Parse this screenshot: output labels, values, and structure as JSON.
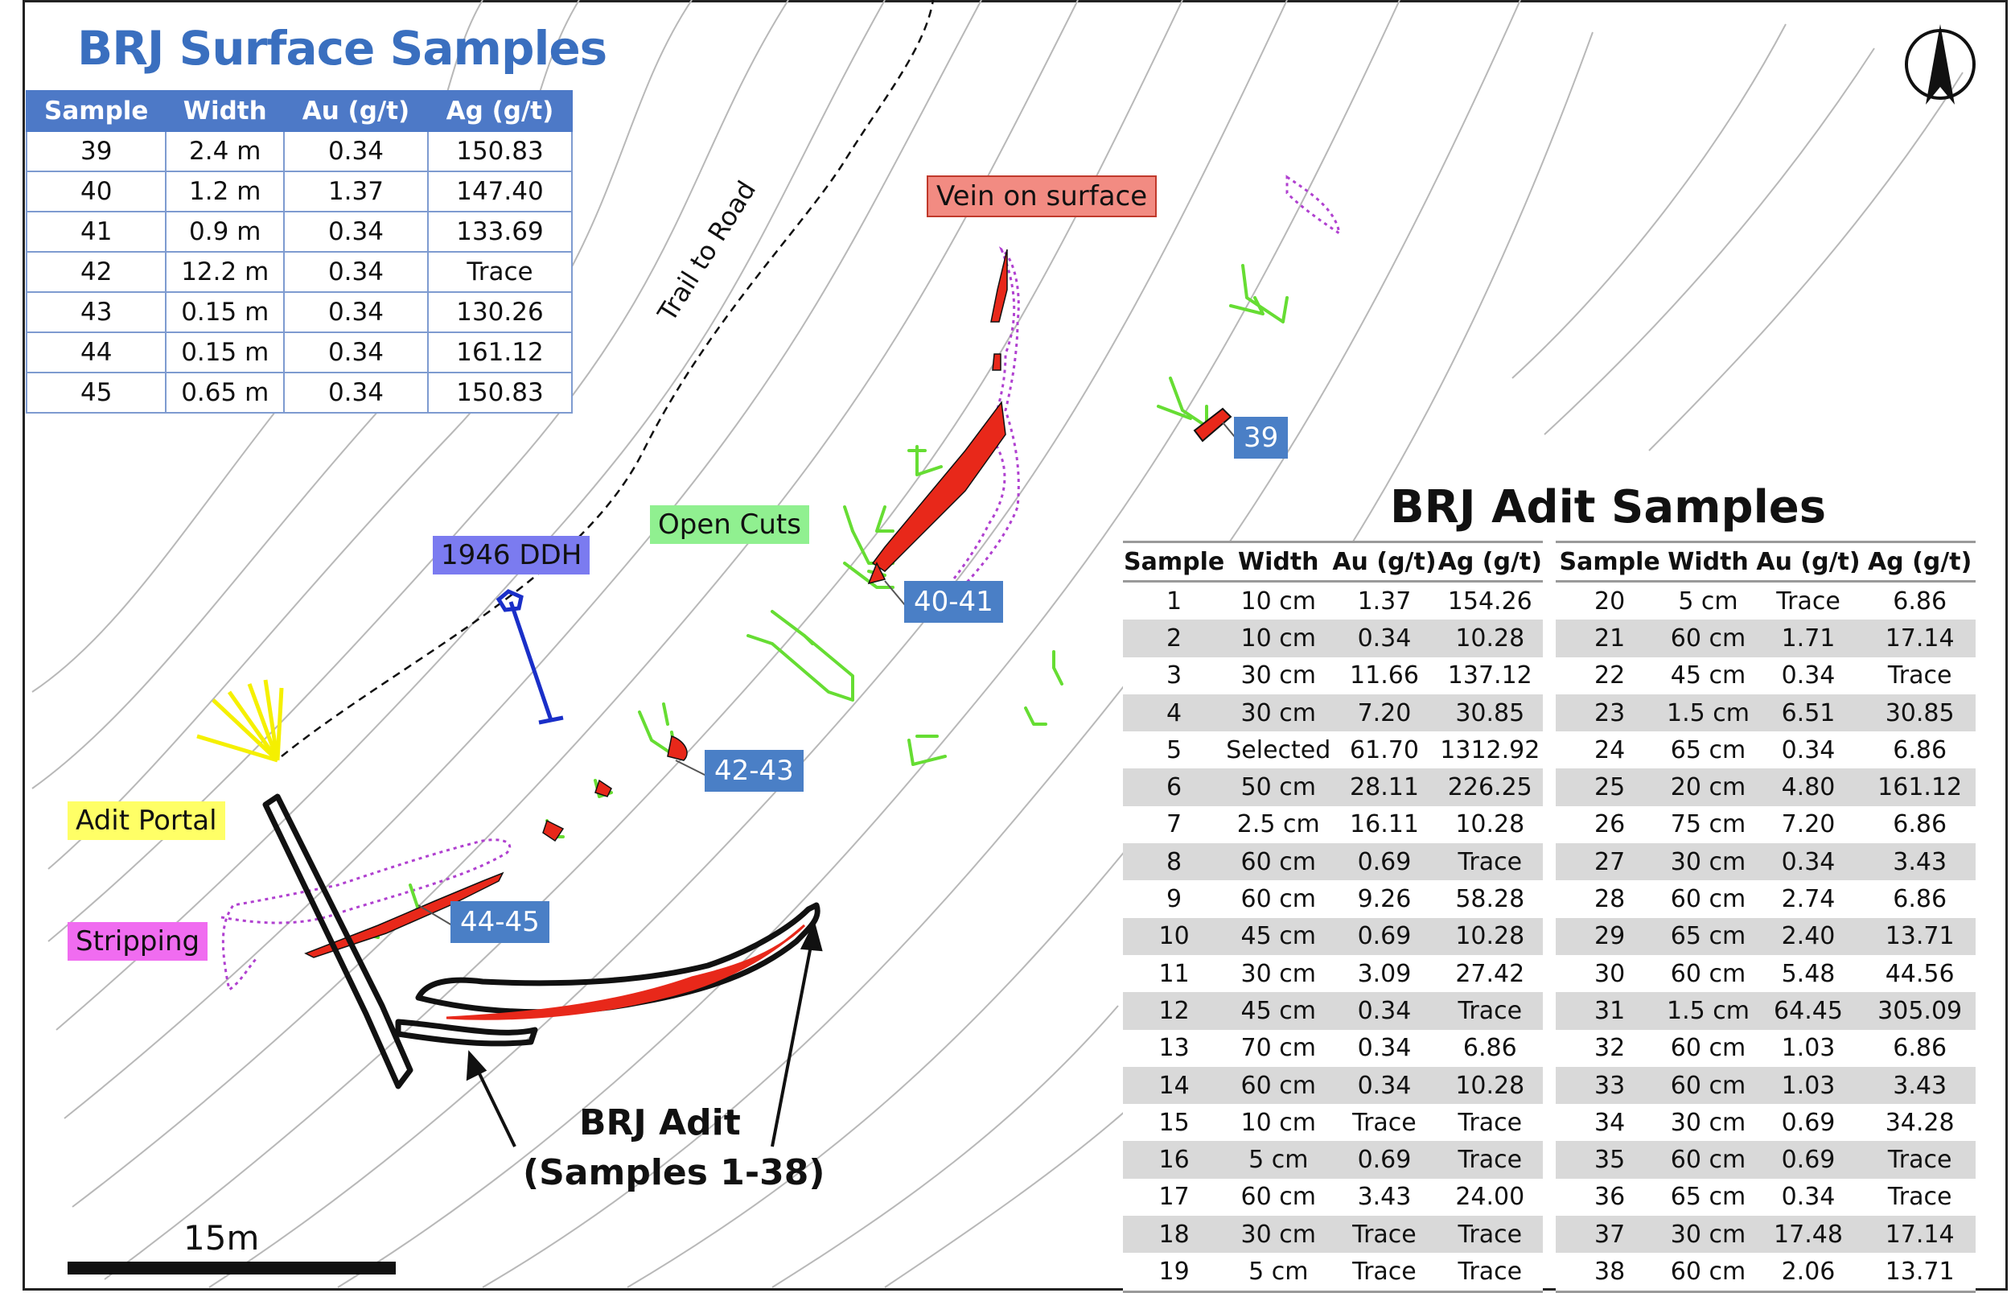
{
  "surface": {
    "title": "BRJ Surface Samples",
    "headers": [
      "Sample",
      "Width",
      "Au (g/t)",
      "Ag (g/t)"
    ],
    "rows": [
      [
        "39",
        "2.4 m",
        "0.34",
        "150.83"
      ],
      [
        "40",
        "1.2 m",
        "1.37",
        "147.40"
      ],
      [
        "41",
        "0.9 m",
        "0.34",
        "133.69"
      ],
      [
        "42",
        "12.2 m",
        "0.34",
        "Trace"
      ],
      [
        "43",
        "0.15 m",
        "0.34",
        "130.26"
      ],
      [
        "44",
        "0.15 m",
        "0.34",
        "161.12"
      ],
      [
        "45",
        "0.65 m",
        "0.34",
        "150.83"
      ]
    ]
  },
  "adit": {
    "title": "BRJ Adit Samples",
    "headers": [
      "Sample",
      "Width",
      "Au (g/t)",
      "Ag (g/t)"
    ],
    "rows_a": [
      [
        "1",
        "10 cm",
        "1.37",
        "154.26"
      ],
      [
        "2",
        "10 cm",
        "0.34",
        "10.28"
      ],
      [
        "3",
        "30 cm",
        "11.66",
        "137.12"
      ],
      [
        "4",
        "30 cm",
        "7.20",
        "30.85"
      ],
      [
        "5",
        "Selected",
        "61.70",
        "1312.92"
      ],
      [
        "6",
        "50 cm",
        "28.11",
        "226.25"
      ],
      [
        "7",
        "2.5 cm",
        "16.11",
        "10.28"
      ],
      [
        "8",
        "60 cm",
        "0.69",
        "Trace"
      ],
      [
        "9",
        "60 cm",
        "9.26",
        "58.28"
      ],
      [
        "10",
        "45 cm",
        "0.69",
        "10.28"
      ],
      [
        "11",
        "30 cm",
        "3.09",
        "27.42"
      ],
      [
        "12",
        "45 cm",
        "0.34",
        "Trace"
      ],
      [
        "13",
        "70 cm",
        "0.34",
        "6.86"
      ],
      [
        "14",
        "60 cm",
        "0.34",
        "10.28"
      ],
      [
        "15",
        "10 cm",
        "Trace",
        "Trace"
      ],
      [
        "16",
        "5 cm",
        "0.69",
        "Trace"
      ],
      [
        "17",
        "60 cm",
        "3.43",
        "24.00"
      ],
      [
        "18",
        "30 cm",
        "Trace",
        "Trace"
      ],
      [
        "19",
        "5 cm",
        "Trace",
        "Trace"
      ]
    ],
    "rows_b": [
      [
        "20",
        "5 cm",
        "Trace",
        "6.86"
      ],
      [
        "21",
        "60 cm",
        "1.71",
        "17.14"
      ],
      [
        "22",
        "45 cm",
        "0.34",
        "Trace"
      ],
      [
        "23",
        "1.5 cm",
        "6.51",
        "30.85"
      ],
      [
        "24",
        "65 cm",
        "0.34",
        "6.86"
      ],
      [
        "25",
        "20 cm",
        "4.80",
        "161.12"
      ],
      [
        "26",
        "75 cm",
        "7.20",
        "6.86"
      ],
      [
        "27",
        "30 cm",
        "0.34",
        "3.43"
      ],
      [
        "28",
        "60 cm",
        "2.74",
        "6.86"
      ],
      [
        "29",
        "65 cm",
        "2.40",
        "13.71"
      ],
      [
        "30",
        "60 cm",
        "5.48",
        "44.56"
      ],
      [
        "31",
        "1.5 cm",
        "64.45",
        "305.09"
      ],
      [
        "32",
        "60 cm",
        "1.03",
        "6.86"
      ],
      [
        "33",
        "60 cm",
        "1.03",
        "3.43"
      ],
      [
        "34",
        "30 cm",
        "0.69",
        "34.28"
      ],
      [
        "35",
        "60 cm",
        "0.69",
        "Trace"
      ],
      [
        "36",
        "65 cm",
        "0.34",
        "Trace"
      ],
      [
        "37",
        "30 cm",
        "17.48",
        "17.14"
      ],
      [
        "38",
        "60 cm",
        "2.06",
        "13.71"
      ]
    ]
  },
  "labels": {
    "vein": "Vein on surface",
    "open_cuts": "Open Cuts",
    "ddh": "1946 DDH",
    "adit_portal": "Adit Portal",
    "stripping": "Stripping",
    "trail": "Trail to Road",
    "adit_line1": "BRJ Adit",
    "adit_line2": "(Samples 1-38)",
    "scale": "15m",
    "s39": "39",
    "s40_41": "40-41",
    "s42_43": "42-43",
    "s44_45": "44-45"
  },
  "colors": {
    "vein_fill": "#f28b82",
    "open_cuts_fill": "#90f090",
    "ddh_fill": "#7b7bf0",
    "portal_fill": "#ffff66",
    "stripping_fill": "#f06cf0",
    "sample_box": "#4a7fc6",
    "ore": "#e8281a",
    "cuts": "#66dd33",
    "stripping_outline": "#b040d0",
    "drillhole": "#1a2fc8"
  },
  "icons": {
    "north_arrow": "north-arrow-icon"
  }
}
